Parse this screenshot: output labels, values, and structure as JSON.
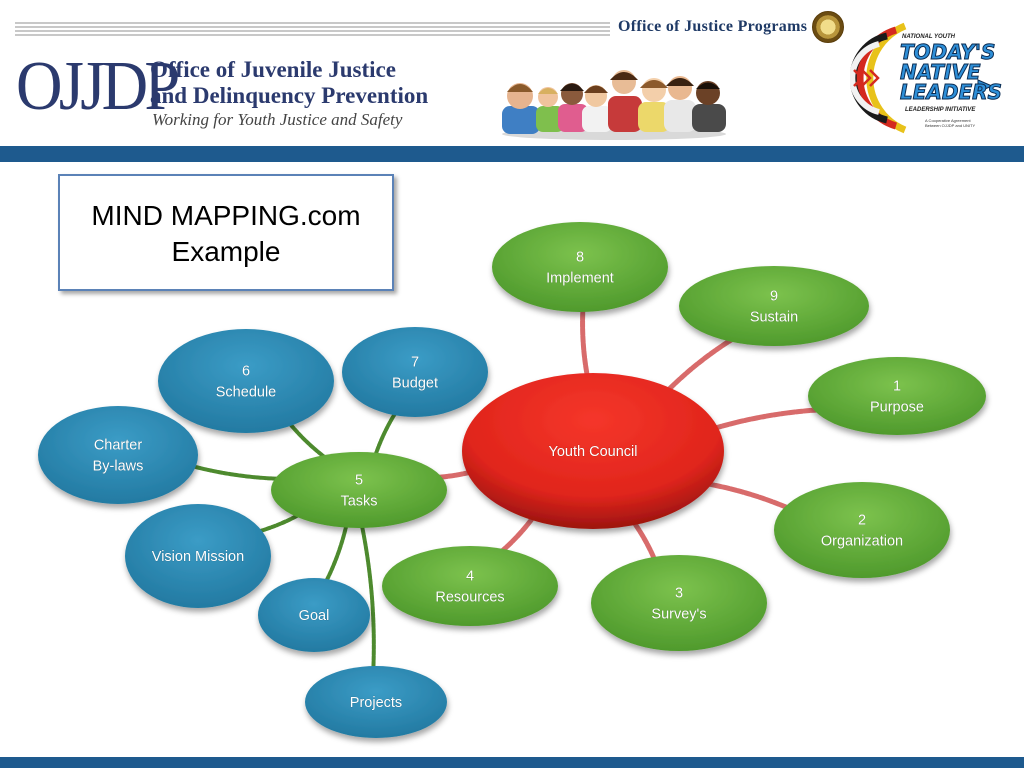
{
  "header": {
    "agency_name": "Office of Justice Programs",
    "logo_text": "OJJDP",
    "org_name_line1": "Office of Juvenile Justice",
    "org_name_line2": "and Delinquency Prevention",
    "tagline": "Working for Youth Justice and Safety",
    "partner_logo": {
      "top": "NATIONAL YOUTH",
      "line1": "TODAY'S",
      "line2": "NATIVE",
      "line3": "LEADERS",
      "bottom": "LEADERSHIP INITIATIVE",
      "note_line1": "A Cooperative Agreement",
      "note_line2": "Between OJJDP and UNITY"
    }
  },
  "title": {
    "line1": "MIND MAPPING.com",
    "line2": "Example"
  },
  "colors": {
    "header_bar": "#1e5a8e",
    "central_node": "#e0251c",
    "green_node": "#5fa838",
    "blue_node": "#2e8ab3",
    "red_connector": "#d86b6b",
    "green_connector": "#4d8a2e"
  },
  "mind_map": {
    "center": {
      "id": "center",
      "lines": [
        "Youth Council"
      ]
    },
    "nodes": [
      {
        "id": "n8",
        "lines": [
          "8",
          "Implement"
        ],
        "parent": "center"
      },
      {
        "id": "n9",
        "lines": [
          "9",
          "Sustain"
        ],
        "parent": "center"
      },
      {
        "id": "n1",
        "lines": [
          "1",
          "Purpose"
        ],
        "parent": "center"
      },
      {
        "id": "n2",
        "lines": [
          "2",
          "Organization"
        ],
        "parent": "center"
      },
      {
        "id": "n3",
        "lines": [
          "3",
          "Survey's"
        ],
        "parent": "center"
      },
      {
        "id": "n4",
        "lines": [
          "4",
          "Resources"
        ],
        "parent": "center"
      },
      {
        "id": "n5",
        "lines": [
          "5",
          "Tasks"
        ],
        "parent": "center"
      },
      {
        "id": "n6",
        "lines": [
          "6",
          "Schedule"
        ],
        "parent": "n5"
      },
      {
        "id": "n7",
        "lines": [
          "7",
          "Budget"
        ],
        "parent": "n5"
      },
      {
        "id": "charter",
        "lines": [
          "Charter",
          "By-laws"
        ],
        "parent": "n5"
      },
      {
        "id": "vision",
        "lines": [
          "Vision Mission"
        ],
        "parent": "n5"
      },
      {
        "id": "goal",
        "lines": [
          "Goal"
        ],
        "parent": "n5"
      },
      {
        "id": "projects",
        "lines": [
          "Projects"
        ],
        "parent": "n5"
      }
    ]
  }
}
